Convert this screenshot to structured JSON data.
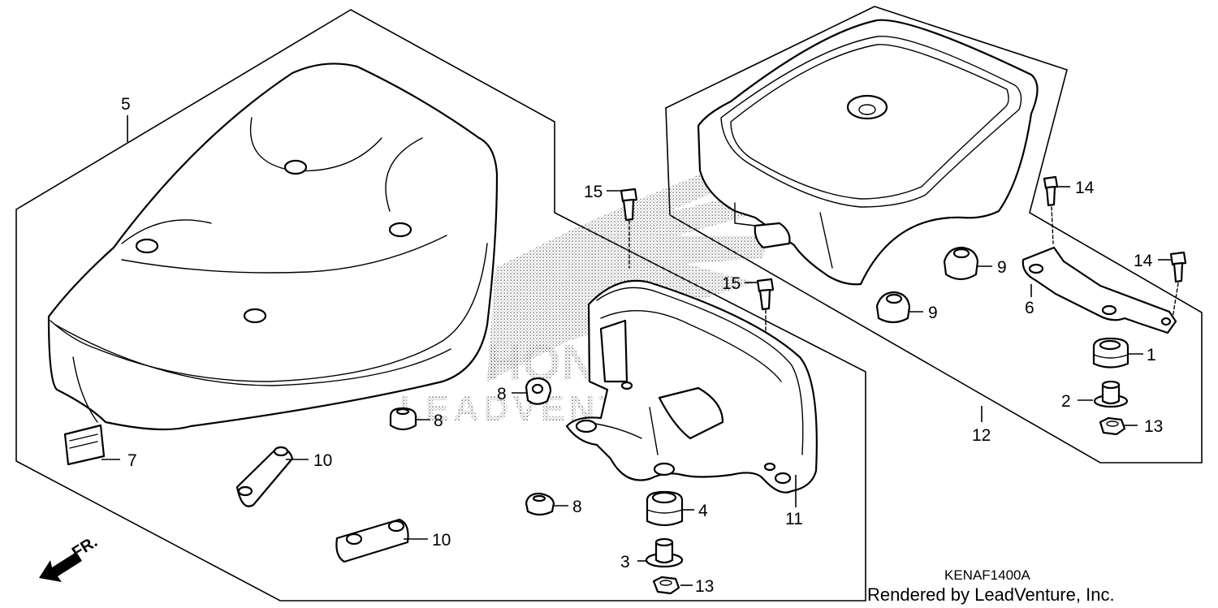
{
  "diagram": {
    "watermark": {
      "brand": "HONDA",
      "company": "LEADVENTURE"
    },
    "direction_label": "FR.",
    "figure_code": "KENAF1400A",
    "credit": "Rendered by LeadVenture, Inc.",
    "callouts": [
      {
        "id": "c5",
        "label": "5",
        "part": "seat-cushion"
      },
      {
        "id": "c7",
        "label": "7",
        "part": "band"
      },
      {
        "id": "c10a",
        "label": "10",
        "part": "seat-stopper-rubber"
      },
      {
        "id": "c10b",
        "label": "10",
        "part": "seat-stopper-rubber"
      },
      {
        "id": "c8a",
        "label": "8",
        "part": "cushion-rubber"
      },
      {
        "id": "c8b",
        "label": "8",
        "part": "cushion-rubber"
      },
      {
        "id": "c8c",
        "label": "8",
        "part": "cushion-rubber"
      },
      {
        "id": "c15a",
        "label": "15",
        "part": "bolt"
      },
      {
        "id": "c15b",
        "label": "15",
        "part": "bolt"
      },
      {
        "id": "c4",
        "label": "4",
        "part": "mount-rubber"
      },
      {
        "id": "c3",
        "label": "3",
        "part": "collar"
      },
      {
        "id": "c13a",
        "label": "13",
        "part": "nut"
      },
      {
        "id": "c11",
        "label": "11",
        "part": "seat-base"
      },
      {
        "id": "c12",
        "label": "12",
        "part": "rear-seat"
      },
      {
        "id": "c9a",
        "label": "9",
        "part": "rubber-cushion"
      },
      {
        "id": "c9b",
        "label": "9",
        "part": "rubber-cushion"
      },
      {
        "id": "c14a",
        "label": "14",
        "part": "bolt"
      },
      {
        "id": "c14b",
        "label": "14",
        "part": "bolt"
      },
      {
        "id": "c6",
        "label": "6",
        "part": "bracket"
      },
      {
        "id": "c1",
        "label": "1",
        "part": "mount-rubber"
      },
      {
        "id": "c2",
        "label": "2",
        "part": "collar"
      },
      {
        "id": "c13b",
        "label": "13",
        "part": "nut"
      }
    ]
  }
}
